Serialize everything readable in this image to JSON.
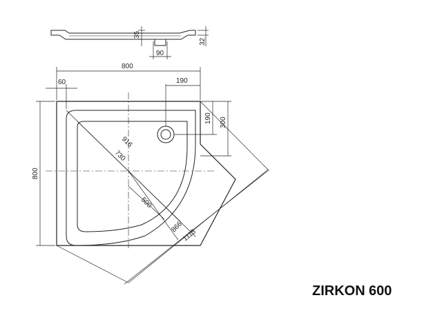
{
  "product": {
    "name": "ZIRKON",
    "model": "600"
  },
  "dimensions": {
    "width_top": "800",
    "height_left": "800",
    "rim_offset": "60",
    "drain_x": "190",
    "drain_y": "190",
    "drain_y_outer": "300",
    "diagonal_outer": "1115",
    "diagonal_916": "916",
    "diagonal_866": "866",
    "diagonal_730": "730",
    "radius_500": "500",
    "side_depth": "35",
    "side_rim": "32",
    "side_drain": "90"
  },
  "colors": {
    "line": "#222222",
    "fill": "#ffffff"
  }
}
